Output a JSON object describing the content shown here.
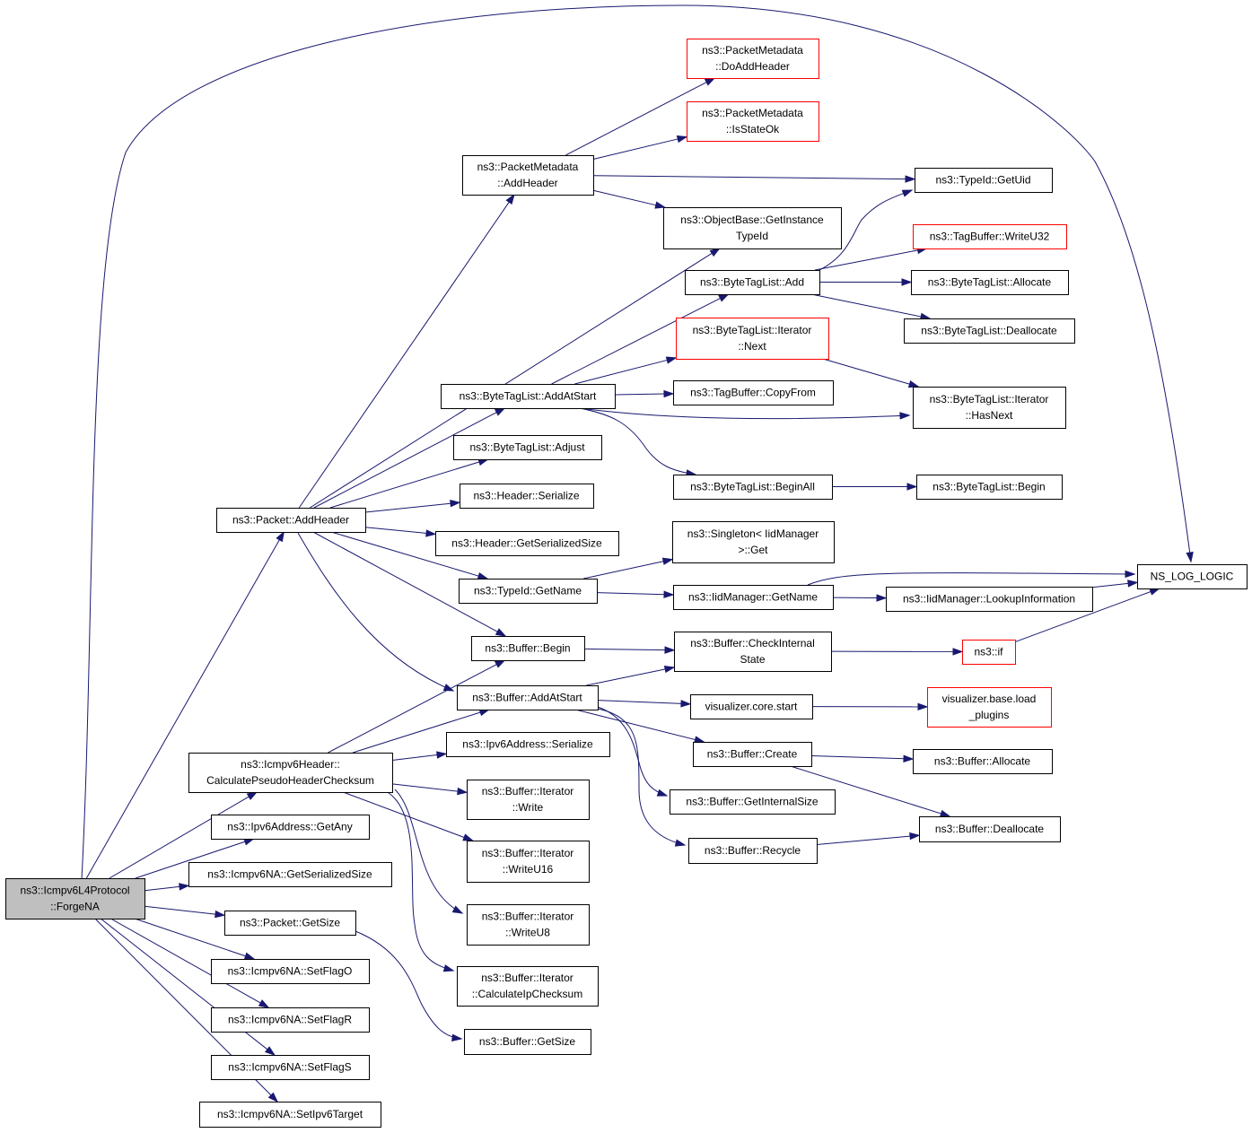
{
  "graph": {
    "root": "forge_na",
    "nodes": [
      {
        "id": "forge_na",
        "label": [
          "ns3::Icmpv6L4Protocol",
          "::ForgeNA"
        ],
        "style": "root"
      },
      {
        "id": "nlog",
        "label": [
          "NS_LOG_LOGIC"
        ],
        "style": "normal"
      },
      {
        "id": "pm_addheader",
        "label": [
          "ns3::PacketMetadata",
          "::AddHeader"
        ],
        "style": "normal"
      },
      {
        "id": "pm_doaddheader",
        "label": [
          "ns3::PacketMetadata",
          "::DoAddHeader"
        ],
        "style": "red"
      },
      {
        "id": "pm_isstateok",
        "label": [
          "ns3::PacketMetadata",
          "::IsStateOk"
        ],
        "style": "red"
      },
      {
        "id": "typeid_getuid",
        "label": [
          "ns3::TypeId::GetUid"
        ],
        "style": "normal"
      },
      {
        "id": "objbase_getinstance",
        "label": [
          "ns3::ObjectBase::GetInstance",
          "TypeId"
        ],
        "style": "normal"
      },
      {
        "id": "tagbuf_writeu32",
        "label": [
          "ns3::TagBuffer::WriteU32"
        ],
        "style": "red"
      },
      {
        "id": "btl_add",
        "label": [
          "ns3::ByteTagList::Add"
        ],
        "style": "normal"
      },
      {
        "id": "btl_allocate",
        "label": [
          "ns3::ByteTagList::Allocate"
        ],
        "style": "normal"
      },
      {
        "id": "btl_deallocate",
        "label": [
          "ns3::ByteTagList::Deallocate"
        ],
        "style": "normal"
      },
      {
        "id": "btl_iter_next",
        "label": [
          "ns3::ByteTagList::Iterator",
          "::Next"
        ],
        "style": "red"
      },
      {
        "id": "btl_addatstart",
        "label": [
          "ns3::ByteTagList::AddAtStart"
        ],
        "style": "normal"
      },
      {
        "id": "tagbuf_copyfrom",
        "label": [
          "ns3::TagBuffer::CopyFrom"
        ],
        "style": "normal"
      },
      {
        "id": "btl_iter_hasnext",
        "label": [
          "ns3::ByteTagList::Iterator",
          "::HasNext"
        ],
        "style": "normal"
      },
      {
        "id": "btl_adjust",
        "label": [
          "ns3::ByteTagList::Adjust"
        ],
        "style": "normal"
      },
      {
        "id": "btl_beginall",
        "label": [
          "ns3::ByteTagList::BeginAll"
        ],
        "style": "normal"
      },
      {
        "id": "btl_begin",
        "label": [
          "ns3::ByteTagList::Begin"
        ],
        "style": "normal"
      },
      {
        "id": "header_serialize",
        "label": [
          "ns3::Header::Serialize"
        ],
        "style": "normal"
      },
      {
        "id": "packet_addheader",
        "label": [
          "ns3::Packet::AddHeader"
        ],
        "style": "normal"
      },
      {
        "id": "header_getsersize",
        "label": [
          "ns3::Header::GetSerializedSize"
        ],
        "style": "normal"
      },
      {
        "id": "singleton_get",
        "label": [
          "ns3::Singleton< IidManager",
          ">::Get"
        ],
        "style": "normal"
      },
      {
        "id": "typeid_getname",
        "label": [
          "ns3::TypeId::GetName"
        ],
        "style": "normal"
      },
      {
        "id": "iidmgr_getname",
        "label": [
          "ns3::IidManager::GetName"
        ],
        "style": "normal"
      },
      {
        "id": "iidmgr_lookup",
        "label": [
          "ns3::IidManager::LookupInformation"
        ],
        "style": "normal"
      },
      {
        "id": "buffer_begin",
        "label": [
          "ns3::Buffer::Begin"
        ],
        "style": "normal"
      },
      {
        "id": "buffer_checkinternal",
        "label": [
          "ns3::Buffer::CheckInternal",
          "State"
        ],
        "style": "normal"
      },
      {
        "id": "ns3_if",
        "label": [
          "ns3::if"
        ],
        "style": "red"
      },
      {
        "id": "buffer_addatstart",
        "label": [
          "ns3::Buffer::AddAtStart"
        ],
        "style": "normal"
      },
      {
        "id": "viz_core_start",
        "label": [
          "visualizer.core.start"
        ],
        "style": "normal"
      },
      {
        "id": "viz_base_load",
        "label": [
          "visualizer.base.load",
          "_plugins"
        ],
        "style": "red"
      },
      {
        "id": "icmpv6header_calc",
        "label": [
          "ns3::Icmpv6Header::",
          "CalculatePseudoHeaderChecksum"
        ],
        "style": "normal"
      },
      {
        "id": "ipv6addr_serialize",
        "label": [
          "ns3::Ipv6Address::Serialize"
        ],
        "style": "normal"
      },
      {
        "id": "buffer_create",
        "label": [
          "ns3::Buffer::Create"
        ],
        "style": "normal"
      },
      {
        "id": "buffer_allocate",
        "label": [
          "ns3::Buffer::Allocate"
        ],
        "style": "normal"
      },
      {
        "id": "buffer_iter_write",
        "label": [
          "ns3::Buffer::Iterator",
          "::Write"
        ],
        "style": "normal"
      },
      {
        "id": "buffer_getinternalsize",
        "label": [
          "ns3::Buffer::GetInternalSize"
        ],
        "style": "normal"
      },
      {
        "id": "ipv6addr_getany",
        "label": [
          "ns3::Ipv6Address::GetAny"
        ],
        "style": "normal"
      },
      {
        "id": "buffer_deallocate",
        "label": [
          "ns3::Buffer::Deallocate"
        ],
        "style": "normal"
      },
      {
        "id": "buffer_recycle",
        "label": [
          "ns3::Buffer::Recycle"
        ],
        "style": "normal"
      },
      {
        "id": "buffer_iter_writeu16",
        "label": [
          "ns3::Buffer::Iterator",
          "::WriteU16"
        ],
        "style": "normal"
      },
      {
        "id": "icmpv6na_getsersize",
        "label": [
          "ns3::Icmpv6NA::GetSerializedSize"
        ],
        "style": "normal"
      },
      {
        "id": "packet_getsize",
        "label": [
          "ns3::Packet::GetSize"
        ],
        "style": "normal"
      },
      {
        "id": "buffer_iter_writeu8",
        "label": [
          "ns3::Buffer::Iterator",
          "::WriteU8"
        ],
        "style": "normal"
      },
      {
        "id": "icmpv6na_setflago",
        "label": [
          "ns3::Icmpv6NA::SetFlagO"
        ],
        "style": "normal"
      },
      {
        "id": "buffer_iter_calcip",
        "label": [
          "ns3::Buffer::Iterator",
          "::CalculateIpChecksum"
        ],
        "style": "normal"
      },
      {
        "id": "icmpv6na_setflagr",
        "label": [
          "ns3::Icmpv6NA::SetFlagR"
        ],
        "style": "normal"
      },
      {
        "id": "buffer_getsize",
        "label": [
          "ns3::Buffer::GetSize"
        ],
        "style": "normal"
      },
      {
        "id": "icmpv6na_setflags",
        "label": [
          "ns3::Icmpv6NA::SetFlagS"
        ],
        "style": "normal"
      },
      {
        "id": "icmpv6na_setipv6target",
        "label": [
          "ns3::Icmpv6NA::SetIpv6Target"
        ],
        "style": "normal"
      }
    ],
    "edges": [
      [
        "forge_na",
        "nlog"
      ],
      [
        "forge_na",
        "packet_addheader"
      ],
      [
        "forge_na",
        "icmpv6header_calc"
      ],
      [
        "forge_na",
        "ipv6addr_getany"
      ],
      [
        "forge_na",
        "icmpv6na_getsersize"
      ],
      [
        "forge_na",
        "packet_getsize"
      ],
      [
        "forge_na",
        "icmpv6na_setflago"
      ],
      [
        "forge_na",
        "icmpv6na_setflagr"
      ],
      [
        "forge_na",
        "icmpv6na_setflags"
      ],
      [
        "forge_na",
        "icmpv6na_setipv6target"
      ],
      [
        "pm_addheader",
        "pm_doaddheader"
      ],
      [
        "pm_addheader",
        "pm_isstateok"
      ],
      [
        "pm_addheader",
        "typeid_getuid"
      ],
      [
        "pm_addheader",
        "objbase_getinstance"
      ],
      [
        "btl_add",
        "typeid_getuid"
      ],
      [
        "btl_add",
        "tagbuf_writeu32"
      ],
      [
        "btl_add",
        "btl_allocate"
      ],
      [
        "btl_add",
        "btl_deallocate"
      ],
      [
        "btl_addatstart",
        "btl_add"
      ],
      [
        "btl_addatstart",
        "btl_iter_next"
      ],
      [
        "btl_addatstart",
        "tagbuf_copyfrom"
      ],
      [
        "btl_addatstart",
        "btl_iter_hasnext"
      ],
      [
        "btl_addatstart",
        "btl_beginall"
      ],
      [
        "btl_iter_next",
        "btl_iter_hasnext"
      ],
      [
        "btl_beginall",
        "btl_begin"
      ],
      [
        "packet_addheader",
        "pm_addheader"
      ],
      [
        "packet_addheader",
        "objbase_getinstance"
      ],
      [
        "packet_addheader",
        "btl_addatstart"
      ],
      [
        "packet_addheader",
        "btl_adjust"
      ],
      [
        "packet_addheader",
        "header_serialize"
      ],
      [
        "packet_addheader",
        "header_getsersize"
      ],
      [
        "packet_addheader",
        "typeid_getname"
      ],
      [
        "packet_addheader",
        "buffer_begin"
      ],
      [
        "packet_addheader",
        "buffer_addatstart"
      ],
      [
        "typeid_getname",
        "singleton_get"
      ],
      [
        "typeid_getname",
        "iidmgr_getname"
      ],
      [
        "iidmgr_getname",
        "nlog"
      ],
      [
        "iidmgr_getname",
        "iidmgr_lookup"
      ],
      [
        "iidmgr_lookup",
        "nlog"
      ],
      [
        "buffer_begin",
        "buffer_checkinternal"
      ],
      [
        "buffer_checkinternal",
        "ns3_if"
      ],
      [
        "ns3_if",
        "nlog"
      ],
      [
        "buffer_addatstart",
        "buffer_checkinternal"
      ],
      [
        "buffer_addatstart",
        "viz_core_start"
      ],
      [
        "buffer_addatstart",
        "buffer_create"
      ],
      [
        "buffer_addatstart",
        "buffer_getinternalsize"
      ],
      [
        "buffer_addatstart",
        "buffer_recycle"
      ],
      [
        "viz_core_start",
        "viz_base_load"
      ],
      [
        "buffer_create",
        "buffer_allocate"
      ],
      [
        "buffer_create",
        "buffer_deallocate"
      ],
      [
        "buffer_recycle",
        "buffer_deallocate"
      ],
      [
        "icmpv6header_calc",
        "buffer_begin"
      ],
      [
        "icmpv6header_calc",
        "buffer_addatstart"
      ],
      [
        "icmpv6header_calc",
        "ipv6addr_serialize"
      ],
      [
        "icmpv6header_calc",
        "buffer_iter_write"
      ],
      [
        "icmpv6header_calc",
        "buffer_iter_writeu16"
      ],
      [
        "icmpv6header_calc",
        "buffer_iter_writeu8"
      ],
      [
        "icmpv6header_calc",
        "buffer_iter_calcip"
      ],
      [
        "packet_getsize",
        "buffer_getsize"
      ]
    ]
  },
  "colors": {
    "edge": "#191970",
    "node_border": "#000000",
    "node_border_missing": "#ff0000",
    "root_fill": "#bfbfbf",
    "node_fill": "#ffffff"
  }
}
